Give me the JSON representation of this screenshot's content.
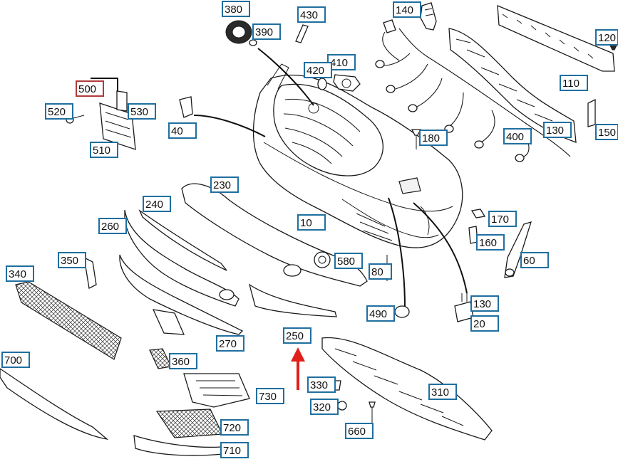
{
  "diagram": {
    "callouts": [
      {
        "id": "380",
        "label": "380"
      },
      {
        "id": "390",
        "label": "390"
      },
      {
        "id": "430",
        "label": "430"
      },
      {
        "id": "140",
        "label": "140"
      },
      {
        "id": "120",
        "label": "120"
      },
      {
        "id": "410",
        "label": "410"
      },
      {
        "id": "420",
        "label": "420"
      },
      {
        "id": "500",
        "label": "500",
        "highlighted": true
      },
      {
        "id": "520",
        "label": "520"
      },
      {
        "id": "530",
        "label": "530"
      },
      {
        "id": "510",
        "label": "510"
      },
      {
        "id": "40",
        "label": "40"
      },
      {
        "id": "110",
        "label": "110"
      },
      {
        "id": "180",
        "label": "180"
      },
      {
        "id": "400",
        "label": "400"
      },
      {
        "id": "130a",
        "label": "130"
      },
      {
        "id": "150",
        "label": "150"
      },
      {
        "id": "230",
        "label": "230"
      },
      {
        "id": "240",
        "label": "240"
      },
      {
        "id": "260",
        "label": "260"
      },
      {
        "id": "10",
        "label": "10"
      },
      {
        "id": "170",
        "label": "170"
      },
      {
        "id": "160",
        "label": "160"
      },
      {
        "id": "60",
        "label": "60"
      },
      {
        "id": "350",
        "label": "350"
      },
      {
        "id": "340",
        "label": "340"
      },
      {
        "id": "580",
        "label": "580"
      },
      {
        "id": "80",
        "label": "80"
      },
      {
        "id": "490",
        "label": "490"
      },
      {
        "id": "130b",
        "label": "130"
      },
      {
        "id": "20",
        "label": "20"
      },
      {
        "id": "250",
        "label": "250"
      },
      {
        "id": "270",
        "label": "270"
      },
      {
        "id": "700",
        "label": "700"
      },
      {
        "id": "360",
        "label": "360"
      },
      {
        "id": "730",
        "label": "730"
      },
      {
        "id": "330",
        "label": "330"
      },
      {
        "id": "310",
        "label": "310"
      },
      {
        "id": "320",
        "label": "320"
      },
      {
        "id": "720",
        "label": "720"
      },
      {
        "id": "660",
        "label": "660"
      },
      {
        "id": "710",
        "label": "710"
      }
    ],
    "colors": {
      "callout_border": "#1f6fa0",
      "highlight_border": "#b23a3a",
      "arrow": "#e0201a",
      "line": "#1a1a1a"
    }
  }
}
